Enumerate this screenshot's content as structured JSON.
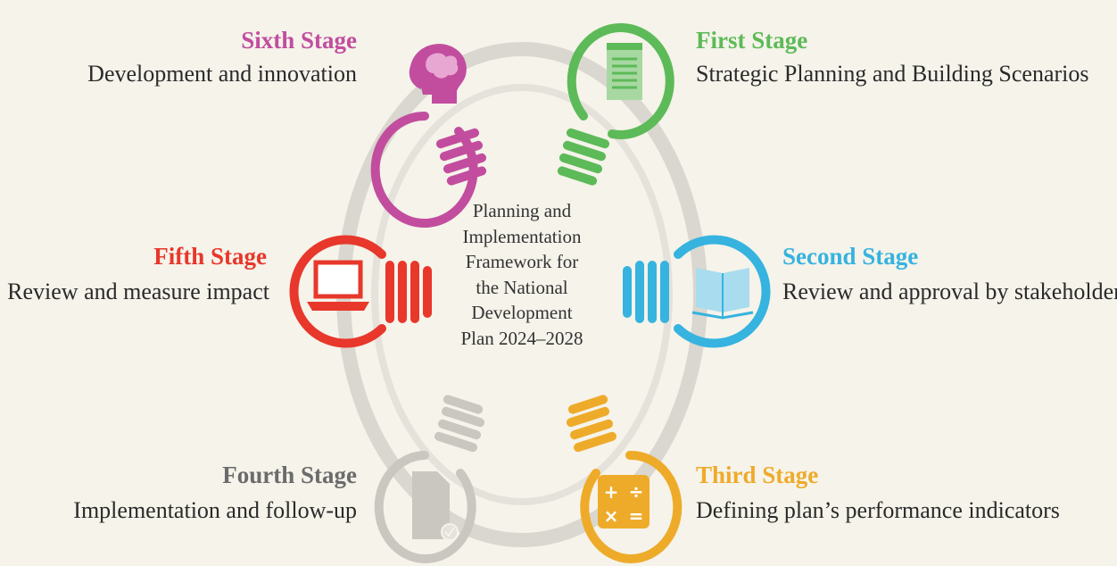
{
  "center": {
    "lines": [
      "Planning and",
      "Implementation",
      "Framework for",
      "the National",
      "Development",
      "Plan 2024–2028"
    ]
  },
  "stages": [
    {
      "id": "first",
      "title": "First Stage",
      "description": "Strategic Planning and Building Scenarios",
      "color": "#5dba58",
      "icon": "notepad-icon"
    },
    {
      "id": "second",
      "title": "Second Stage",
      "description": "Review and approval by stakeholders",
      "color": "#36b3df",
      "icon": "book-icon"
    },
    {
      "id": "third",
      "title": "Third Stage",
      "description": "Defining plan’s performance indicators",
      "color": "#eeab2a",
      "icon": "calculator-icon"
    },
    {
      "id": "fourth",
      "title": "Fourth Stage",
      "description": "Implementation and follow-up",
      "color": "#6b6b6b",
      "icon_color": "#c9c7bf",
      "icon": "document-check-icon"
    },
    {
      "id": "fifth",
      "title": "Fifth Stage",
      "description": "Review and measure impact",
      "color": "#e8372b",
      "icon": "laptop-icon"
    },
    {
      "id": "sixth",
      "title": "Sixth Stage",
      "description": "Development and innovation",
      "color": "#c24d9f",
      "icon": "brain-head-icon"
    }
  ]
}
